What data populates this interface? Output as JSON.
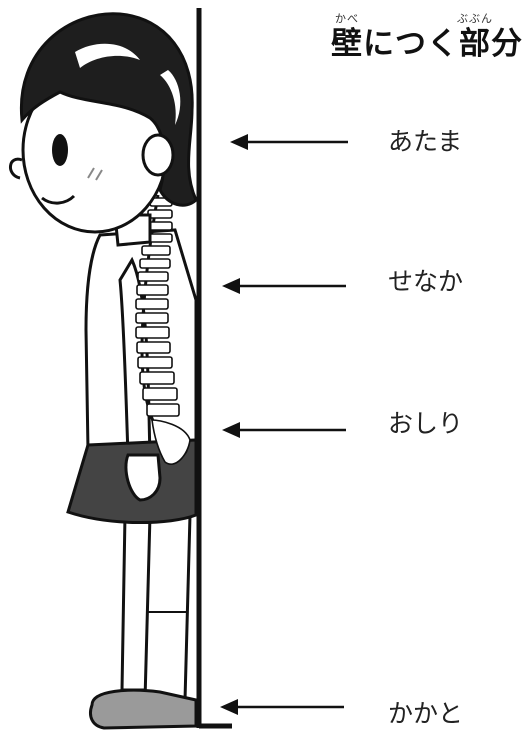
{
  "title": {
    "text": "壁につく部分",
    "ruby_kabe": "かべ",
    "ruby_bubun": "ぶぶん"
  },
  "labels": [
    {
      "id": "head",
      "text": "あたま"
    },
    {
      "id": "back",
      "text": "せなか"
    },
    {
      "id": "buttocks",
      "text": "おしり"
    },
    {
      "id": "heel",
      "text": "かかと"
    }
  ],
  "colors": {
    "line": "#111111",
    "skirt": "#444444",
    "shoe": "#9a9a9a",
    "hair": "#1e1e1e"
  }
}
